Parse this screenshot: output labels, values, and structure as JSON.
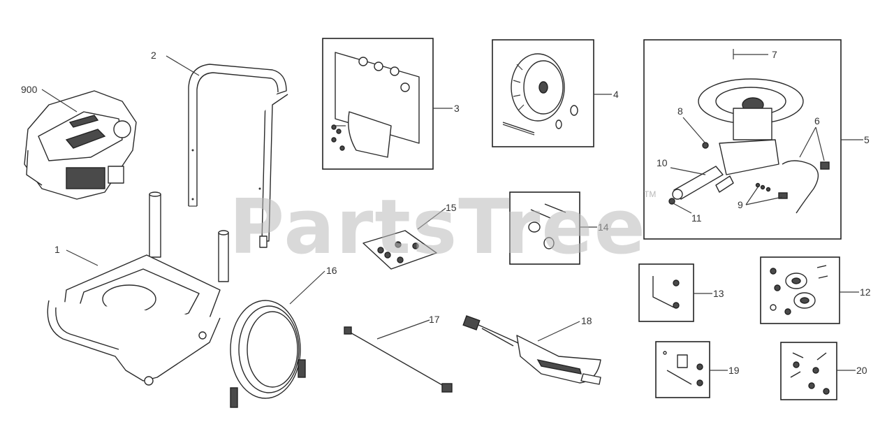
{
  "watermark": {
    "text": "PartsTree",
    "trademark": "TM"
  },
  "parts": [
    {
      "id": "engine",
      "label": "900"
    },
    {
      "id": "handle",
      "label": "2"
    },
    {
      "id": "frame",
      "label": "1"
    },
    {
      "id": "panel",
      "label": "3"
    },
    {
      "id": "wheel",
      "label": "4"
    },
    {
      "id": "pump",
      "label": "5"
    },
    {
      "id": "pump-top",
      "label": "7"
    },
    {
      "id": "pump-valve",
      "label": "8"
    },
    {
      "id": "pump-hose",
      "label": "6"
    },
    {
      "id": "pump-wand-adapter",
      "label": "10"
    },
    {
      "id": "pump-oring",
      "label": "11"
    },
    {
      "id": "pump-kit",
      "label": "9"
    },
    {
      "id": "bracket-kit",
      "label": "15"
    },
    {
      "id": "bolt-kit",
      "label": "14"
    },
    {
      "id": "hose",
      "label": "16"
    },
    {
      "id": "wand",
      "label": "17"
    },
    {
      "id": "gun",
      "label": "18"
    },
    {
      "id": "lbolt-kit",
      "label": "13"
    },
    {
      "id": "bearing-kit",
      "label": "12"
    },
    {
      "id": "fitting-kit",
      "label": "19"
    },
    {
      "id": "hardware-kit",
      "label": "20"
    }
  ]
}
